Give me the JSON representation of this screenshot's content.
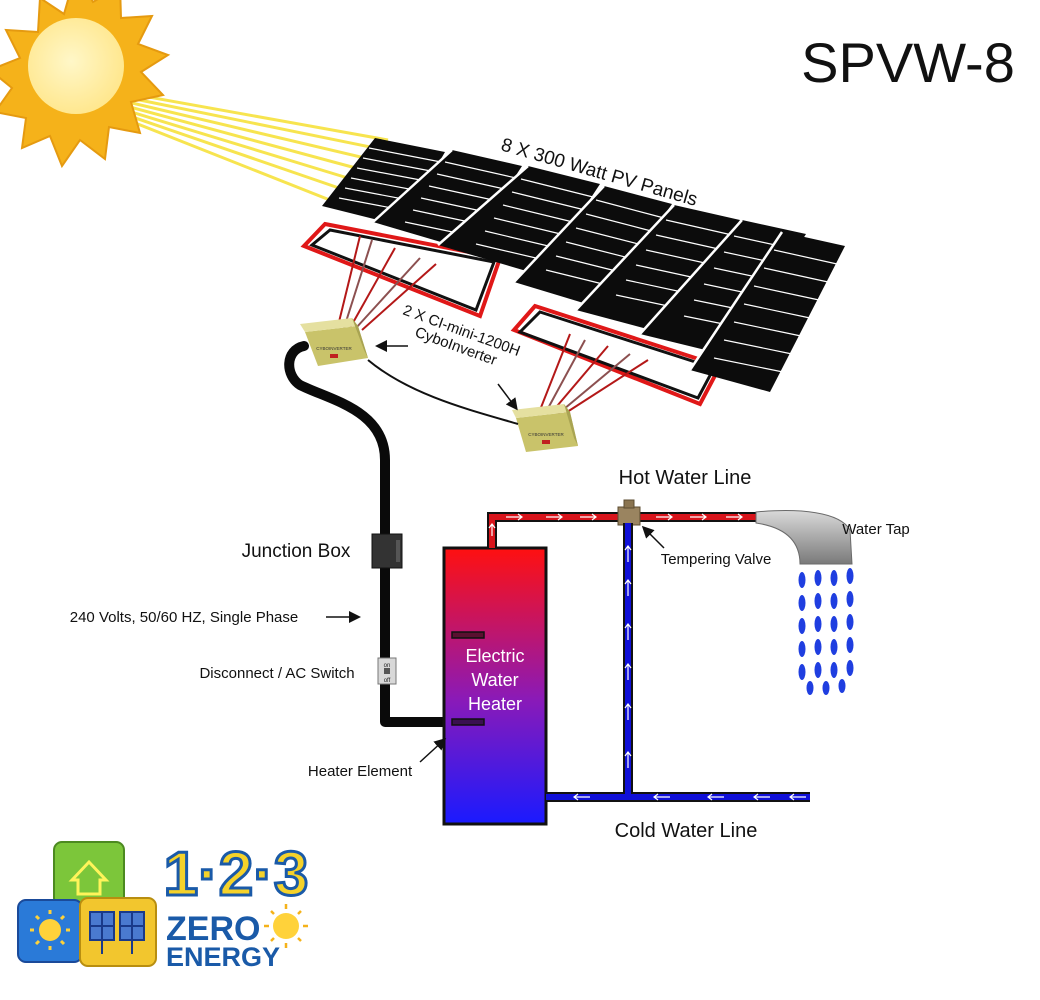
{
  "title": "SPVW-8",
  "panels_label": "8 X 300 Watt PV Panels",
  "inverter_label_line1": "2 X CI-mini-1200H",
  "inverter_label_line2": "CyboInverter",
  "inverter_brand_text": "CYBOINVERTER",
  "junction_box_label": "Junction Box",
  "voltage_label": "240 Volts, 50/60 HZ, Single Phase",
  "disconnect_label": "Disconnect / AC Switch",
  "switch_on": "on",
  "switch_off": "off",
  "heater_element_label": "Heater Element",
  "heater_label": [
    "Electric",
    "Water",
    "Heater"
  ],
  "hot_water_label": "Hot Water Line",
  "tempering_valve_label": "Tempering Valve",
  "water_tap_label": "Water Tap",
  "cold_water_label": "Cold Water Line",
  "logo": {
    "number": "1·2·3",
    "word1": "ZERO",
    "word2": "ENERGY"
  },
  "colors": {
    "sun": "#F7B51C",
    "sun_core": "#FFF3B0",
    "panel": "#0c0c0c",
    "frame": "#e01818",
    "hot_pipe": "#d8141b",
    "cold_pipe": "#1010d8",
    "inverter": "#d8d27a",
    "water": "#1f3ee0"
  }
}
